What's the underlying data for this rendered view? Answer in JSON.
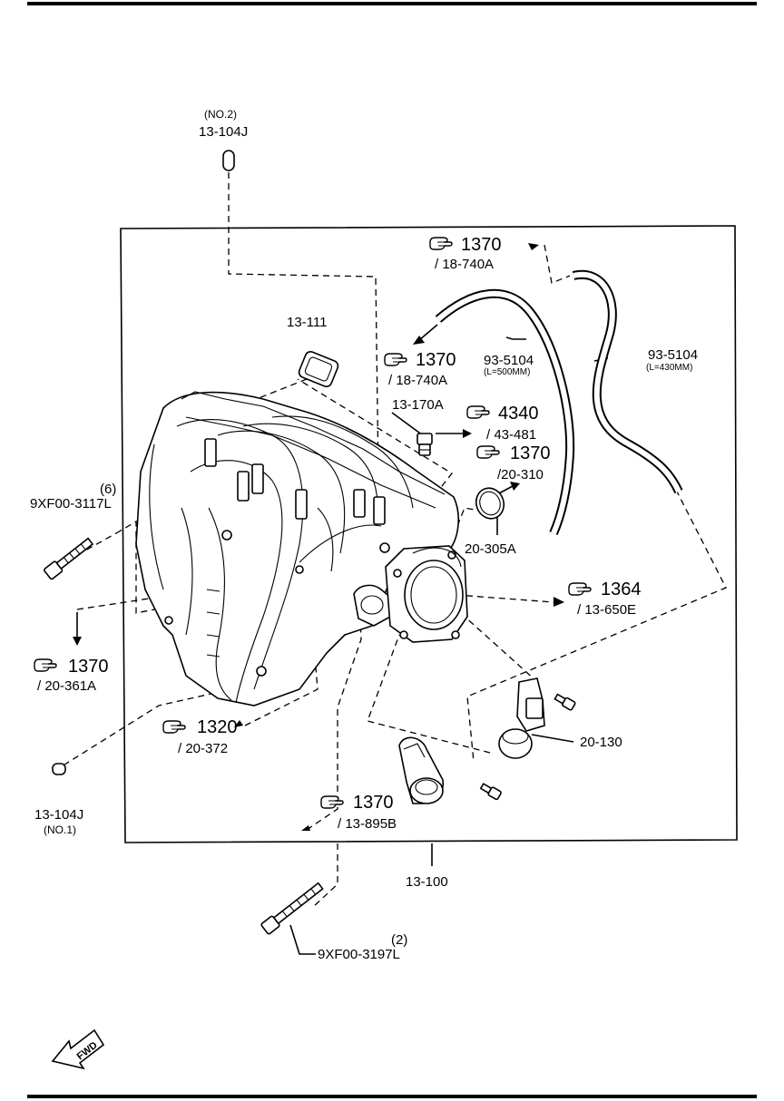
{
  "callouts": {
    "c1370_top": {
      "ref": "1370",
      "sub": "/ 18-740A"
    },
    "c1370_mid": {
      "ref": "1370",
      "sub": "/ 18-740A"
    },
    "c4340": {
      "ref": "4340",
      "sub": "/ 43-481"
    },
    "c1370_right": {
      "ref": "1370",
      "sub": "/20-310"
    },
    "c1364": {
      "ref": "1364",
      "sub": "/ 13-650E"
    },
    "c1370_left": {
      "ref": "1370",
      "sub": "/ 20-361A"
    },
    "c1320": {
      "ref": "1320",
      "sub": "/ 20-372"
    },
    "c1370_bottom": {
      "ref": "1370",
      "sub": "/ 13-895B"
    }
  },
  "parts": {
    "no2_note": "(NO.2)",
    "plug_top": "13-104J",
    "gasket": "13-111",
    "sensor": "13-170A",
    "hose_1_num": "93-5104",
    "hose_1_len": "(L=500MM)",
    "hose_2_num": "93-5104",
    "hose_2_len": "(L=430MM)",
    "oring": "20-305A",
    "bolt_left_qty": "(6)",
    "bolt_left": "9XF00-3117L",
    "plug_bottom": "13-104J",
    "no1_note": "(NO.1)",
    "valve": "20-130",
    "assembly": "13-100",
    "bolt_bottom_qty": "(2)",
    "bolt_bottom": "9XF00-3197L"
  },
  "fwd_label": "FWD"
}
